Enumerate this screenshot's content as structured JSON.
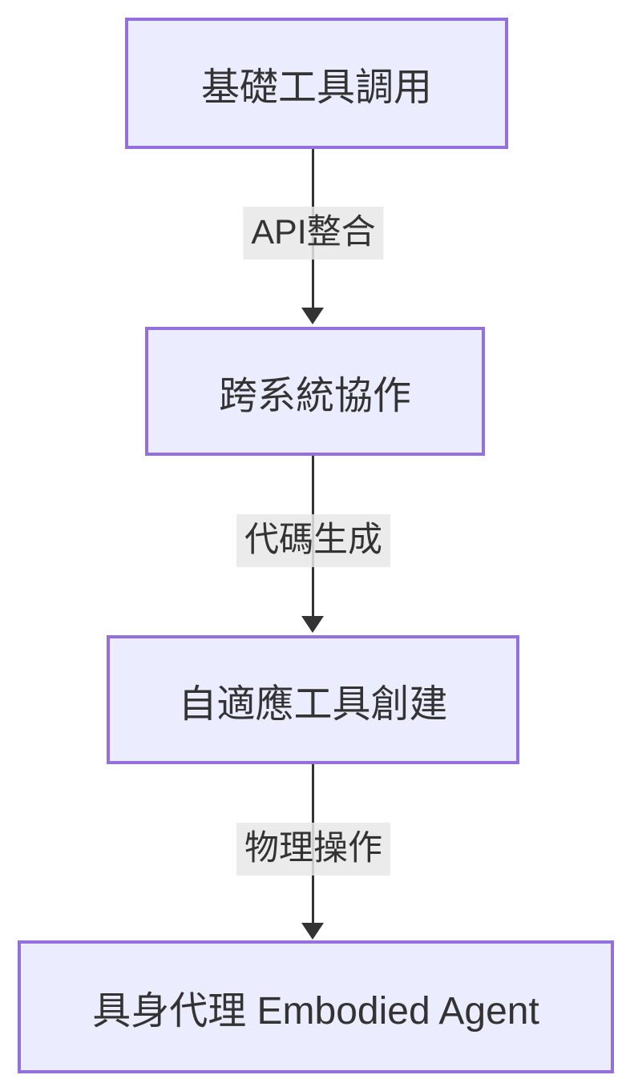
{
  "diagram": {
    "type": "flowchart",
    "direction": "top-down",
    "nodes": [
      {
        "id": "basic-tool-calling",
        "label": "基礎工具調用"
      },
      {
        "id": "cross-system-collaboration",
        "label": "跨系統協作"
      },
      {
        "id": "adaptive-tool-creation",
        "label": "自適應工具創建"
      },
      {
        "id": "embodied-agent",
        "label": "具身代理 Embodied Agent"
      }
    ],
    "edges": [
      {
        "from": "basic-tool-calling",
        "to": "cross-system-collaboration",
        "label": "API整合"
      },
      {
        "from": "cross-system-collaboration",
        "to": "adaptive-tool-creation",
        "label": "代碼生成"
      },
      {
        "from": "adaptive-tool-creation",
        "to": "embodied-agent",
        "label": "物理操作"
      }
    ],
    "colors": {
      "node_fill": "#ECECFF",
      "node_border": "#9370DB",
      "text": "#333333",
      "edge_line": "#333333",
      "edge_label_bg": "rgba(232,232,232,0.85)",
      "background": "#ffffff"
    }
  }
}
